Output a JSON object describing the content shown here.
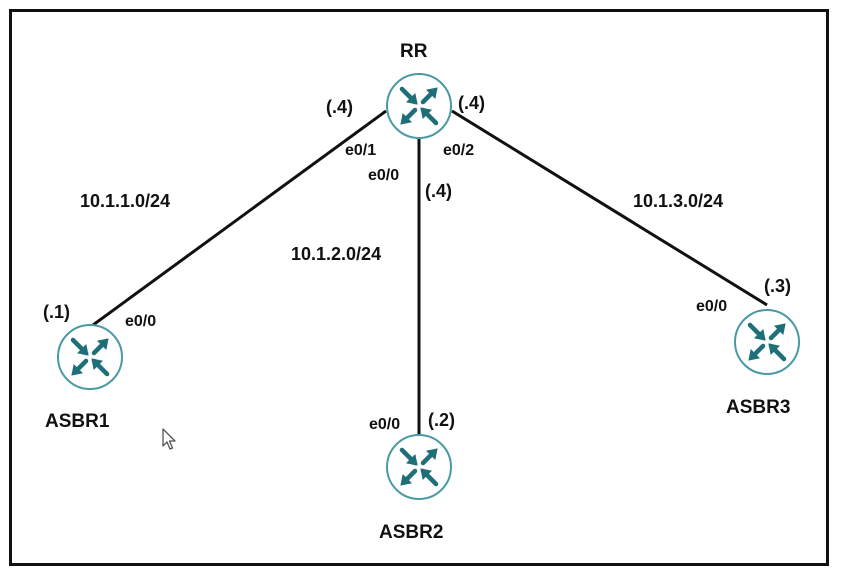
{
  "diagram": {
    "routers": {
      "rr": {
        "name": "RR"
      },
      "asbr1": {
        "name": "ASBR1"
      },
      "asbr2": {
        "name": "ASBR2"
      },
      "asbr3": {
        "name": "ASBR3"
      }
    },
    "links": {
      "rr_asbr1": {
        "network": "10.1.1.0/24",
        "rr_interface": "e0/1",
        "rr_address": "(.4)",
        "peer_interface": "e0/0",
        "peer_address": "(.1)"
      },
      "rr_asbr2": {
        "network": "10.1.2.0/24",
        "rr_interface": "e0/0",
        "rr_address": "(.4)",
        "peer_interface": "e0/0",
        "peer_address": "(.2)"
      },
      "rr_asbr3": {
        "network": "10.1.3.0/24",
        "rr_interface": "e0/2",
        "rr_address": "(.4)",
        "peer_interface": "e0/0",
        "peer_address": "(.3)"
      }
    },
    "colors": {
      "router_fill": "#ffffff",
      "router_outline": "#4a9aa4",
      "router_arrows": "#1f6f78",
      "link": "#111111"
    },
    "icon": "router-icon"
  }
}
